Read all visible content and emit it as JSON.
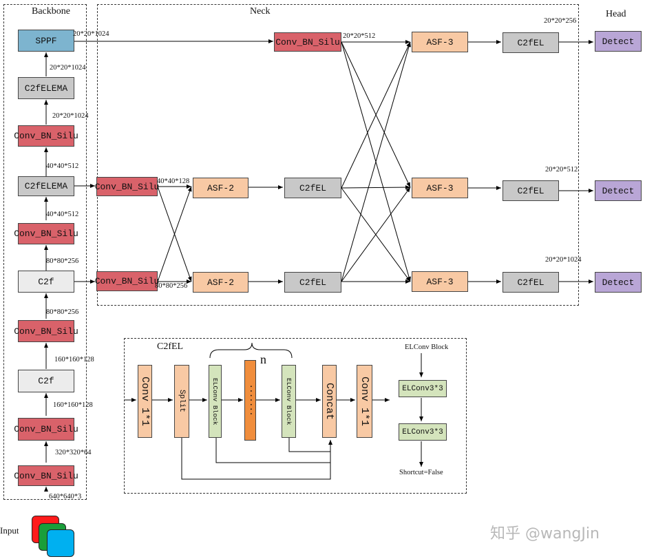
{
  "regions": {
    "backbone": "Backbone",
    "neck": "Neck",
    "head": "Head",
    "c2fel": "C2fEL"
  },
  "backbone": {
    "sppf": "SPPF",
    "c2felema_top": "C2fELEMA",
    "conv1": "Conv_BN_Silu",
    "c2felema_mid": "C2fELEMA",
    "conv2": "Conv_BN_Silu",
    "c2f_1": "C2f",
    "conv3": "Conv_BN_Silu",
    "c2f_2": "C2f",
    "conv4": "Conv_BN_Silu",
    "conv5": "Conv_BN_Silu",
    "labels": {
      "sppf_out": "20*20*1024",
      "c2felema_in": "20*20*1024",
      "conv1_in": "20*20*1024",
      "c2felema_mid_out": "40*40*512",
      "conv2_out": "40*40*512",
      "c2f1_out": "80*80*256",
      "conv3_out": "80*80*256",
      "c2f2_out": "160*160*128",
      "conv4_out": "160*160*128",
      "conv5_out": "320*320*64",
      "input_out": "640*640*3"
    }
  },
  "input_label": "Input",
  "neck": {
    "conv_top": "Conv_BN_Silu",
    "conv_mid": "Conv_BN_Silu",
    "conv_bot": "Conv_BN_Silu",
    "asf2_a": "ASF-2",
    "asf2_b": "ASF-2",
    "c2fel_a": "C2fEL",
    "c2fel_b": "C2fEL",
    "asf3_top": "ASF-3",
    "asf3_mid": "ASF-3",
    "asf3_bot": "ASF-3",
    "c2fel_top": "C2fEL",
    "c2fel_mid": "C2fEL",
    "c2fel_bot": "C2fEL",
    "labels": {
      "conv_top_out": "20*20*512",
      "conv_mid_out": "40*40*128",
      "conv_bot_out": "80*80*256"
    }
  },
  "head": {
    "detect_top": "Detect",
    "detect_mid": "Detect",
    "detect_bot": "Detect",
    "labels": {
      "top": "20*20*256",
      "mid": "20*20*512",
      "bot": "20*20*1024"
    }
  },
  "c2fel": {
    "conv1": "Conv  1*1",
    "split": "Split",
    "elconv_a": "ELConv Block",
    "dots": "·······",
    "elconv_b": "ELConv Block",
    "concat": "Concat",
    "conv2": "Conv  1*1",
    "n": "n",
    "block_title": "ELConv Block",
    "elconv3_a": "ELConv3*3",
    "elconv3_b": "ELConv3*3",
    "shortcut": "Shortcut=False"
  },
  "watermark": "知乎 @wangJin",
  "colors": {
    "conv": "#d9626a",
    "c2felema": "#c8c8c8",
    "sppf": "#7db4cf",
    "asf": "#f8c9a4",
    "detect": "#b9a6d6",
    "elconv": "#d4e4bc"
  }
}
